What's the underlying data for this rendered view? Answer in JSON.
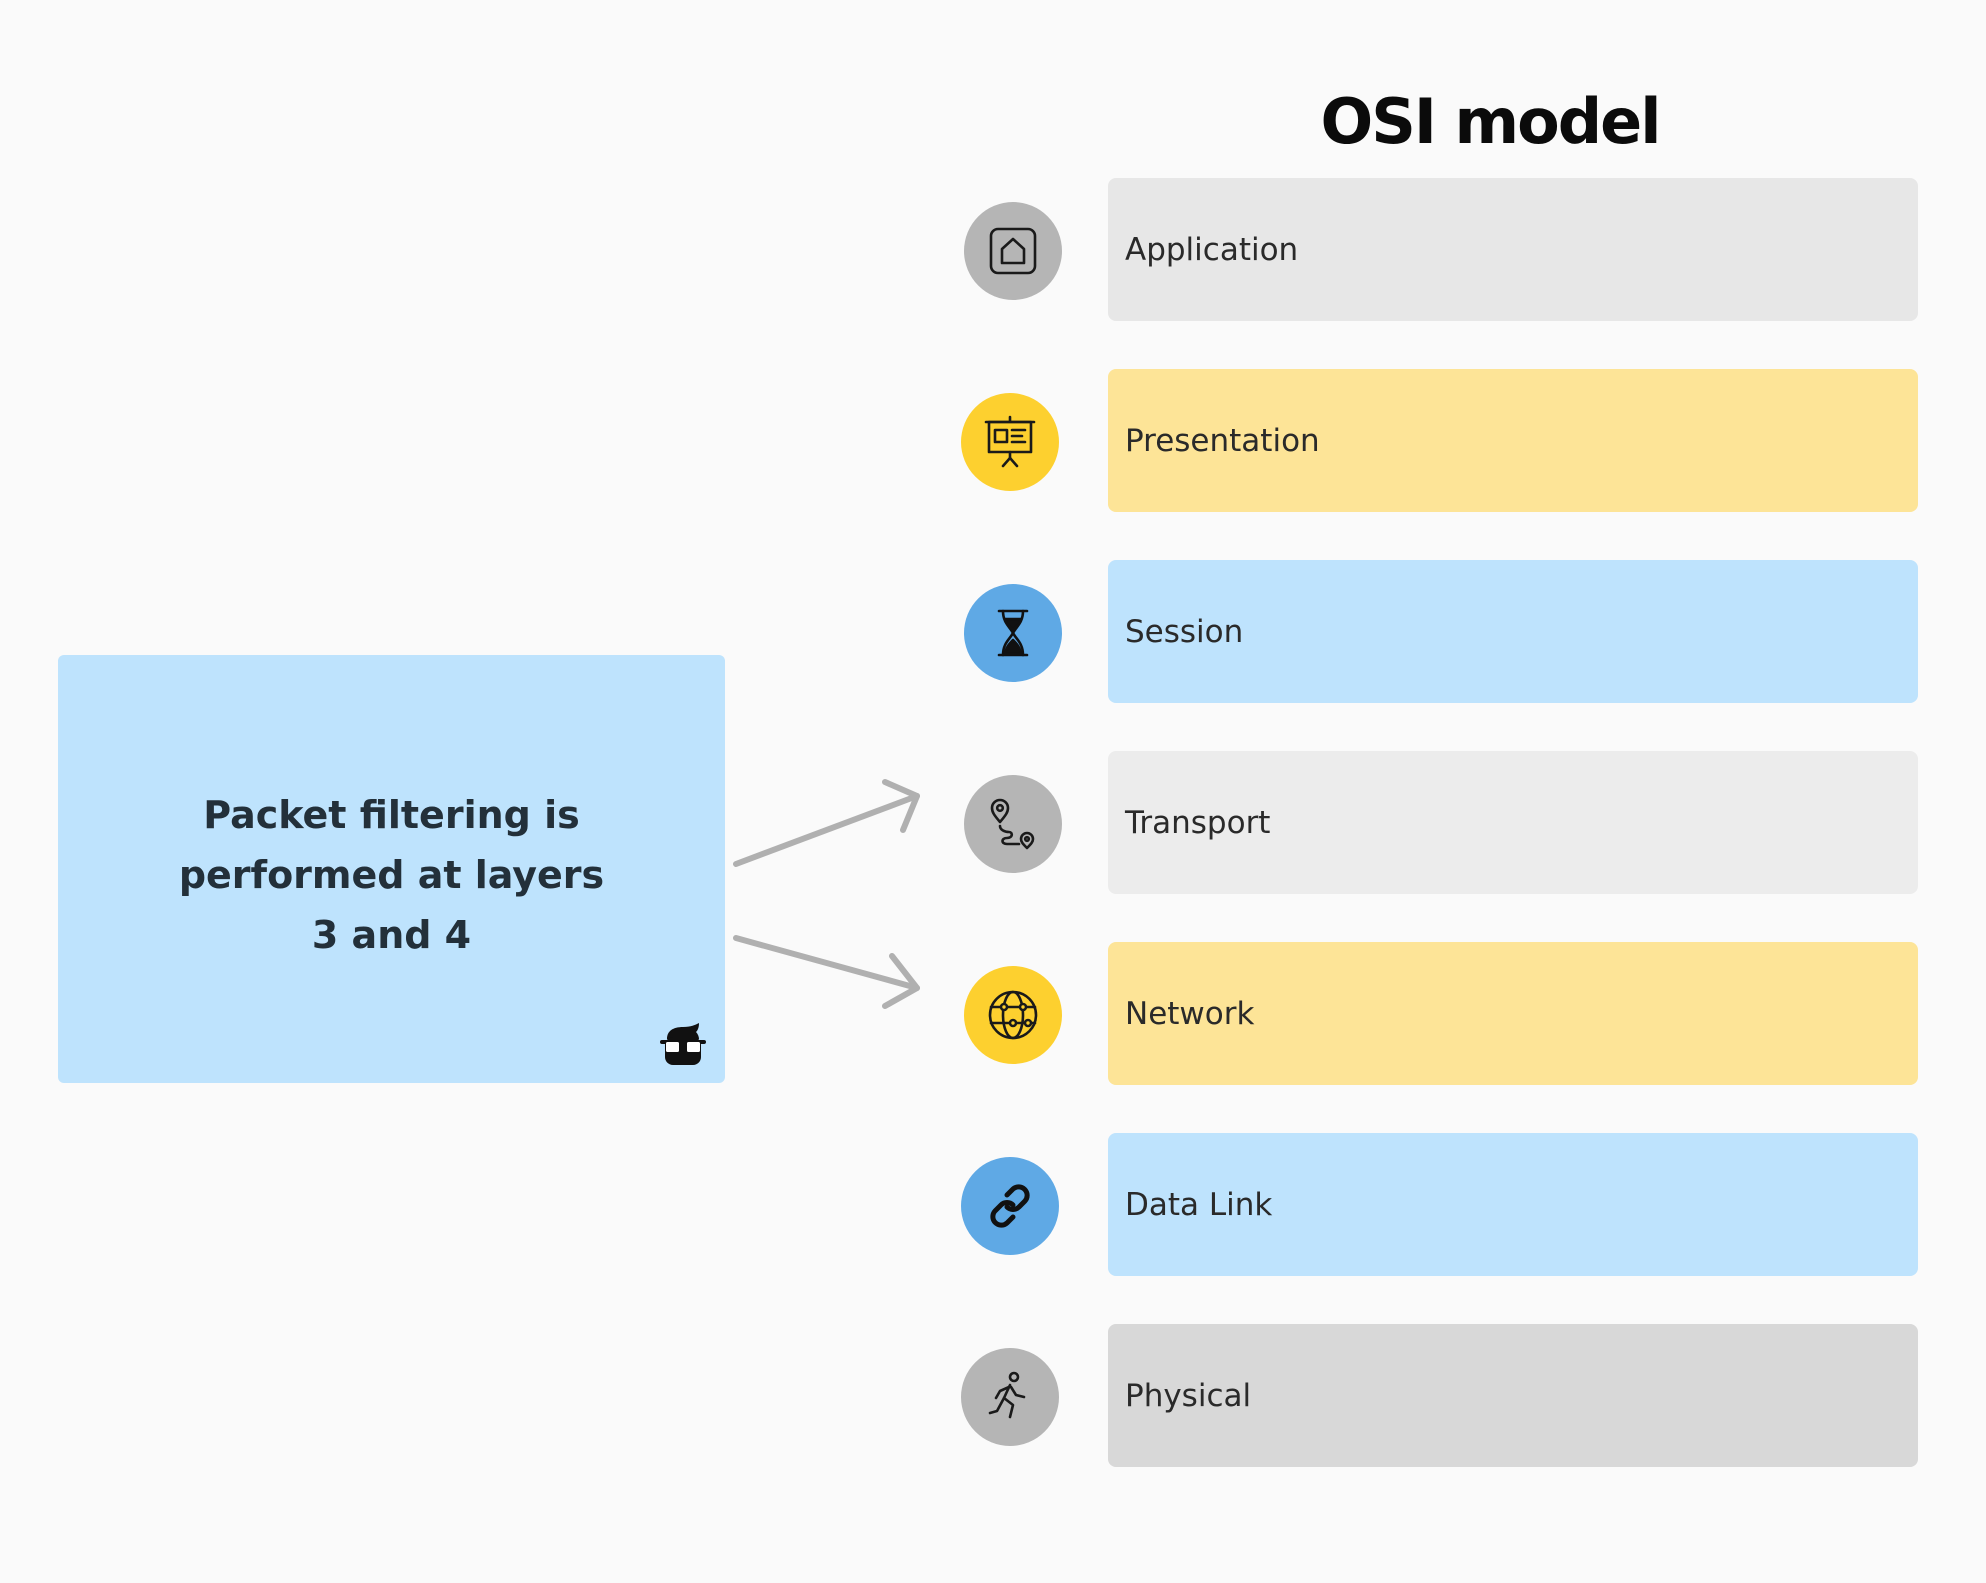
{
  "title": "OSI model",
  "note": {
    "lines": [
      "Packet filtering is",
      "performed at layers",
      "3 and 4"
    ]
  },
  "layers": [
    {
      "label": "Application",
      "icon": "home-icon",
      "icon_bg": "#b5b5b5",
      "box_bg": "#e7e7e7"
    },
    {
      "label": "Presentation",
      "icon": "presentation-board-icon",
      "icon_bg": "#fdd02f",
      "box_bg": "#fde497"
    },
    {
      "label": "Session",
      "icon": "hourglass-icon",
      "icon_bg": "#5fa9e5",
      "box_bg": "#bee3fd"
    },
    {
      "label": "Transport",
      "icon": "route-icon",
      "icon_bg": "#b5b5b5",
      "box_bg": "#ececec"
    },
    {
      "label": "Network",
      "icon": "globe-network-icon",
      "icon_bg": "#fdd02f",
      "box_bg": "#fde497"
    },
    {
      "label": "Data Link",
      "icon": "link-icon",
      "icon_bg": "#5fa9e5",
      "box_bg": "#bee3fd"
    },
    {
      "label": "Physical",
      "icon": "running-person-icon",
      "icon_bg": "#b5b5b5",
      "box_bg": "#d8d8d8"
    }
  ],
  "colors": {
    "note_bg": "#bee3fd",
    "arrow": "#b0b0b0"
  }
}
